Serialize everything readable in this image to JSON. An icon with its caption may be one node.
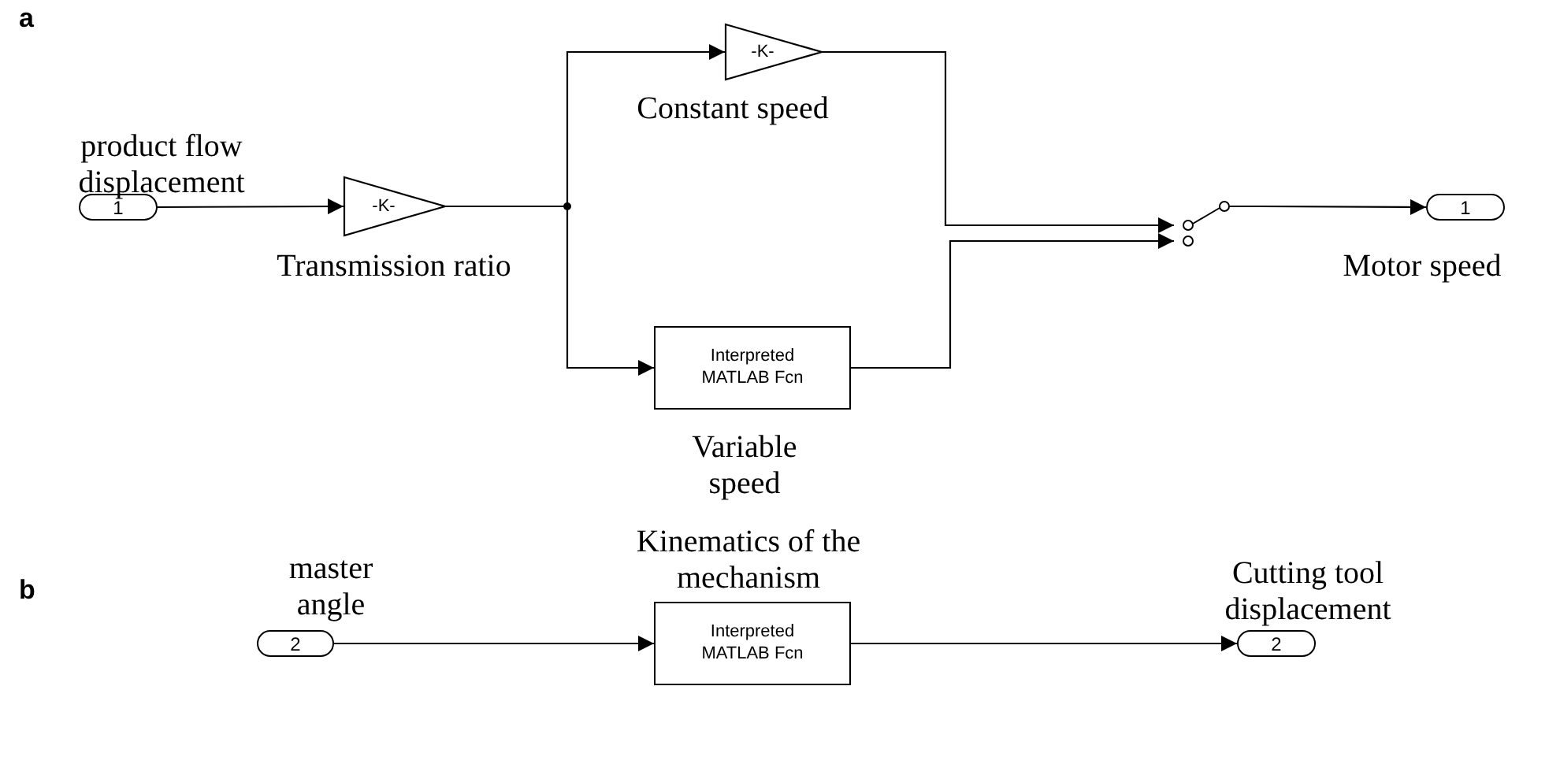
{
  "diagram": {
    "nodes": [
      {
        "text": [
          "1"
        ],
        "beside": [
          "product flow displacement"
        ]
      },
      {
        "text": [
          "-K-"
        ],
        "beside": [
          "Transmission ratio"
        ]
      },
      {
        "text": [
          "-K-"
        ],
        "beside": [
          "Constant speed"
        ]
      },
      {
        "text": [
          "Interpreted MATLAB Fcn"
        ],
        "beside": [
          "Variable speed"
        ]
      },
      {
        "text": [],
        "shape": "switch"
      },
      {
        "text": [
          "1"
        ],
        "beside": [
          "Motor speed"
        ]
      },
      {
        "text": [
          "2"
        ],
        "beside": [
          "master angle"
        ]
      },
      {
        "text": [
          "Interpreted MATLAB Fcn"
        ],
        "beside": [
          "Kinematics of the mechanism"
        ]
      },
      {
        "text": [
          "2"
        ],
        "beside": [
          "Cutting tool displacement"
        ]
      }
    ],
    "edges": [
      {
        "from": 0,
        "to": 1,
        "arrow": "to"
      },
      {
        "from": 1,
        "to": 2,
        "arrow": "to"
      },
      {
        "from": 1,
        "to": 3,
        "arrow": "to"
      },
      {
        "from": 2,
        "to": 4,
        "arrow": "to"
      },
      {
        "from": 3,
        "to": 4,
        "arrow": "to"
      },
      {
        "from": 4,
        "to": 5,
        "arrow": "to"
      },
      {
        "from": 6,
        "to": 7,
        "arrow": "to"
      },
      {
        "from": 7,
        "to": 8,
        "arrow": "to"
      }
    ],
    "labels": [
      "a",
      "b"
    ]
  }
}
